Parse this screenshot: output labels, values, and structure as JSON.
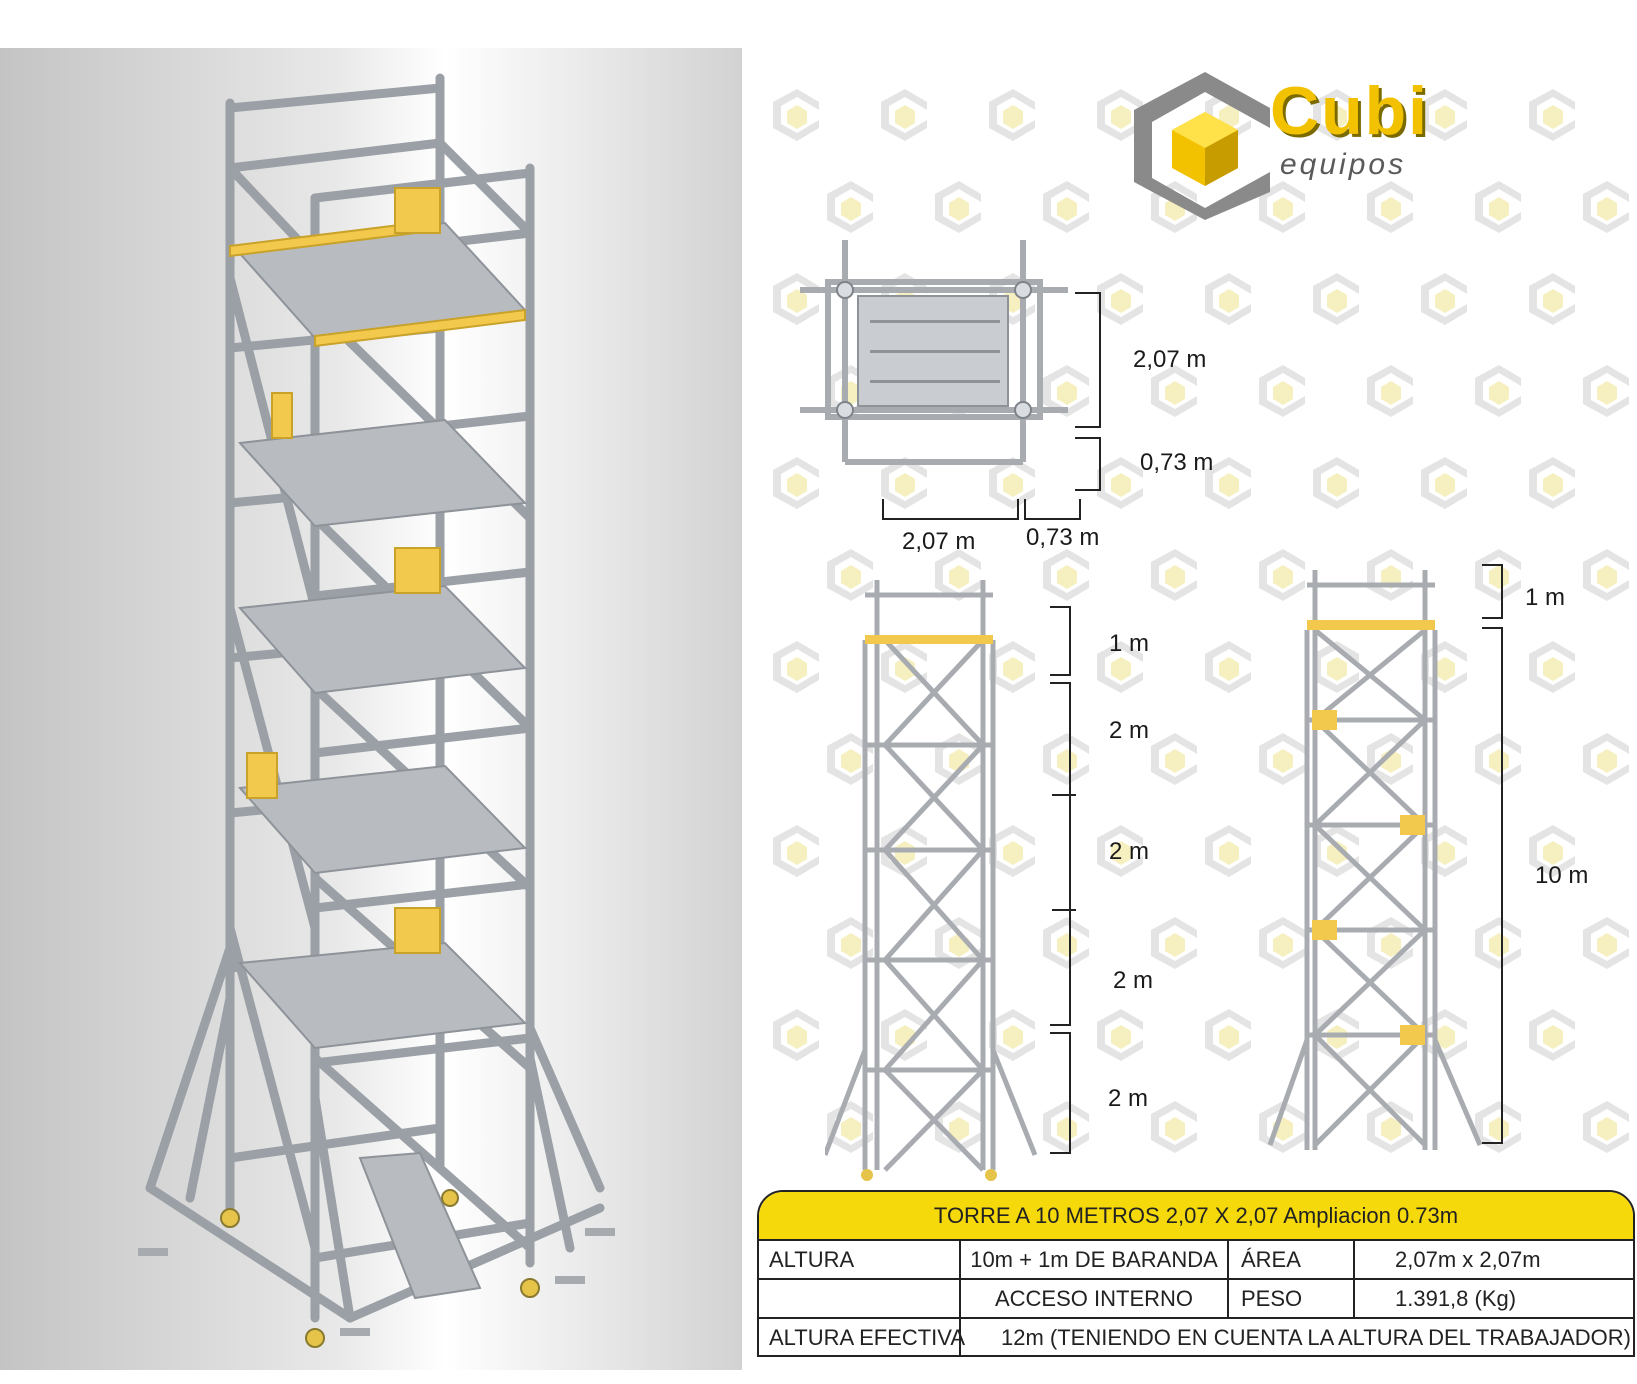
{
  "brand": {
    "name": "Cubi",
    "subtitle": "equipos",
    "colors": {
      "yellow": "#f2c200",
      "gray": "#8a8a8a",
      "dark_gray": "#5a5a5a"
    }
  },
  "top_view": {
    "right_upper_dim": "2,07 m",
    "right_lower_dim": "0,73 m",
    "bottom_left_dim": "2,07 m",
    "bottom_right_dim": "0,73 m"
  },
  "side_view": {
    "segments": [
      "1 m",
      "2 m",
      "2 m",
      "2 m",
      "2 m"
    ]
  },
  "front_view": {
    "top_dim": "1 m",
    "main_dim": "10 m"
  },
  "spec_table": {
    "title": "TORRE A 10 METROS 2,07 X 2,07   Ampliacion 0.73m",
    "rows": [
      {
        "label": "ALTURA",
        "value": "10m + 1m DE BARANDA",
        "label2": "ÁREA",
        "value2": "2,07m x 2,07m"
      },
      {
        "label": "",
        "value": "ACCESO INTERNO",
        "label2": "PESO",
        "value2": "1.391,8 (Kg)"
      }
    ],
    "effective": {
      "label": "ALTURA EFECTIVA",
      "value": "12m (TENIENDO EN CUENTA LA ALTURA DEL TRABAJADOR)"
    }
  }
}
